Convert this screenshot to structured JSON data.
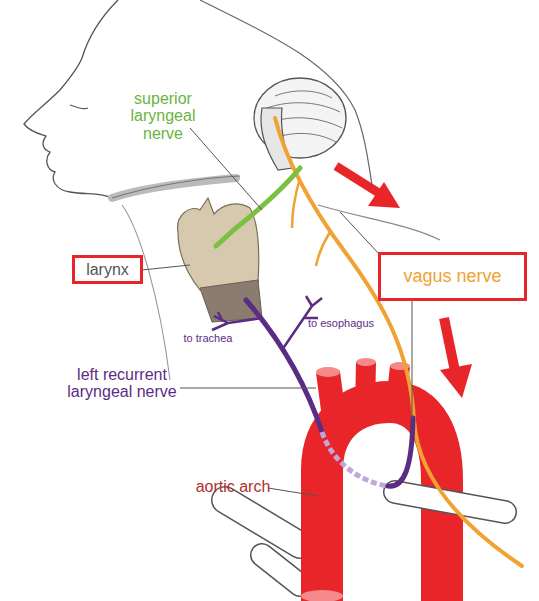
{
  "diagram": {
    "nodes": [
      {
        "text": [
          "larynx"
        ]
      },
      {
        "text": [
          "vagus nerve"
        ]
      }
    ],
    "labels": [
      "superior laryngeal nerve",
      "to trachea",
      "to esophagus",
      "left recurrent laryngeal nerve",
      "aortic arch"
    ]
  }
}
